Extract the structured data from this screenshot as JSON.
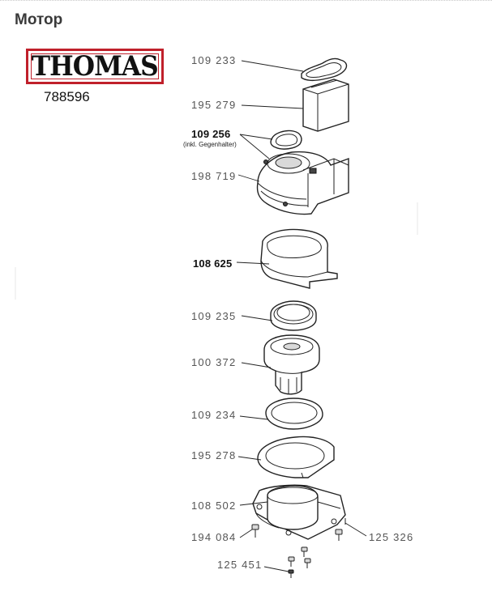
{
  "page": {
    "title": "Мотор"
  },
  "logo": {
    "brand": "THOMAS",
    "model": "788596"
  },
  "parts": [
    {
      "id": "part-109233",
      "label": "109  233"
    },
    {
      "id": "part-195279",
      "label": "195  279"
    },
    {
      "id": "part-109256",
      "label": "109  256",
      "note": "(inkl. Gegenhalter)"
    },
    {
      "id": "part-198719",
      "label": "198  719"
    },
    {
      "id": "part-108625",
      "label": "108 625"
    },
    {
      "id": "part-109235",
      "label": "109  235"
    },
    {
      "id": "part-100372",
      "label": "100  372"
    },
    {
      "id": "part-109234",
      "label": "109  234"
    },
    {
      "id": "part-195278",
      "label": "195  278"
    },
    {
      "id": "part-108502",
      "label": "108  502"
    },
    {
      "id": "part-194084",
      "label": "194  084"
    },
    {
      "id": "part-125326",
      "label": "125  326"
    },
    {
      "id": "part-125451",
      "label": "125  451"
    }
  ],
  "colors": {
    "brand_red": "#c0202b",
    "text_dark": "#111111",
    "callout_gray": "#555555"
  }
}
